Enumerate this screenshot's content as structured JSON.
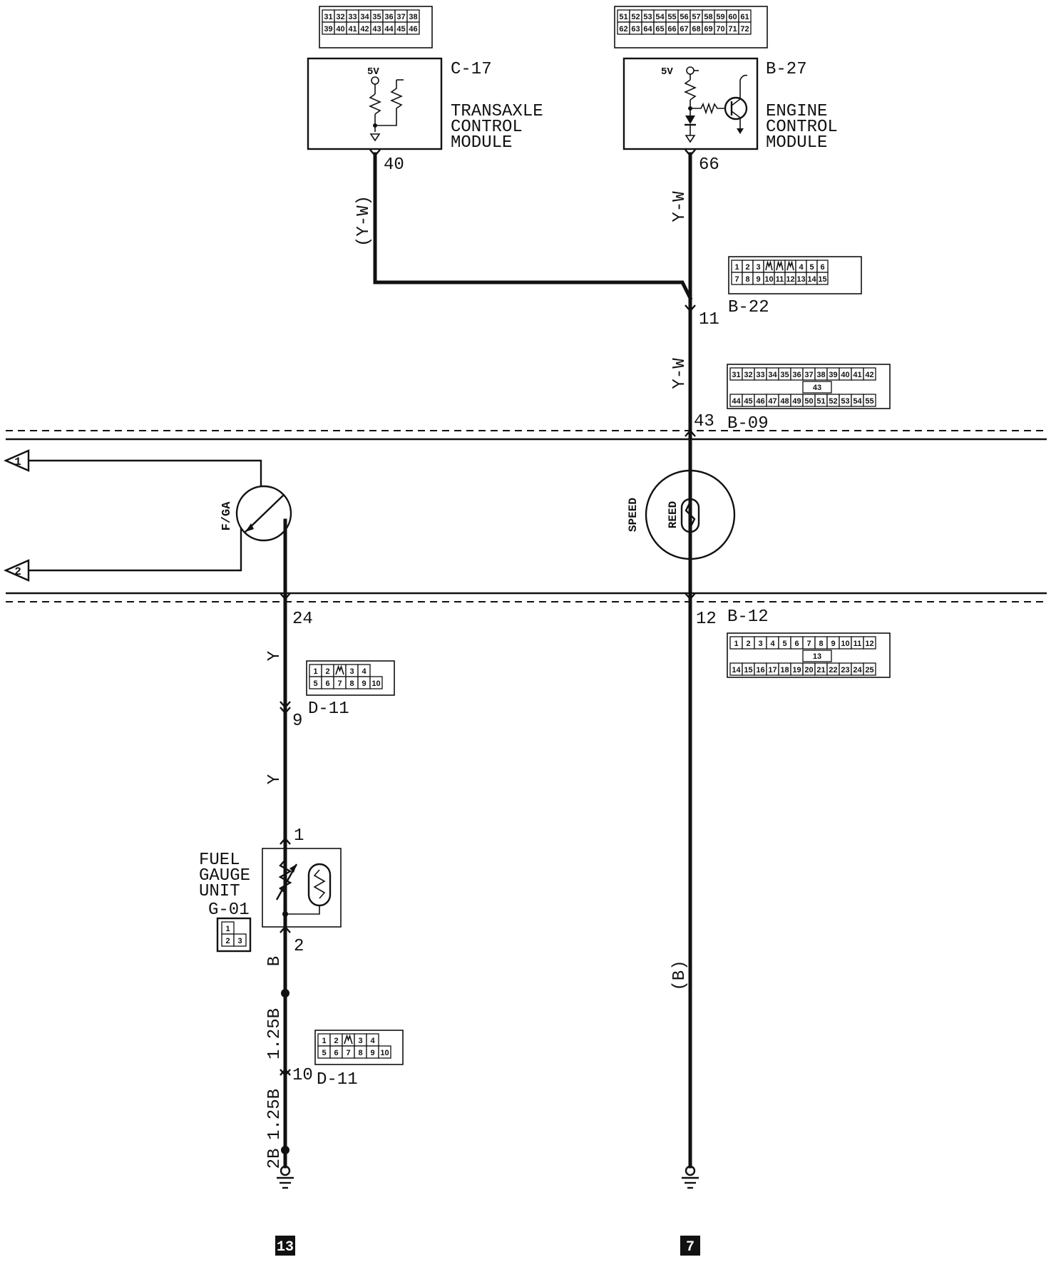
{
  "modules": {
    "tcm": {
      "id": "C-17",
      "name": [
        "TRANSAXLE",
        "CONTROL",
        "MODULE"
      ],
      "voltage": "5V",
      "pin": "40"
    },
    "ecm": {
      "id": "B-27",
      "name": [
        "ENGINE",
        "CONTROL",
        "MODULE"
      ],
      "voltage": "5V",
      "pin": "66"
    }
  },
  "connectors": {
    "c17": {
      "rows": [
        [
          "31",
          "32",
          "33",
          "34",
          "35",
          "36",
          "37",
          "38"
        ],
        [
          "39",
          "40",
          "41",
          "42",
          "43",
          "44",
          "45",
          "46"
        ]
      ]
    },
    "b27": {
      "rows": [
        [
          "51",
          "52",
          "53",
          "54",
          "55",
          "56",
          "57",
          "58",
          "59",
          "60",
          "61"
        ],
        [
          "62",
          "63",
          "64",
          "65",
          "66",
          "67",
          "68",
          "69",
          "70",
          "71",
          "72"
        ]
      ]
    },
    "b22": {
      "id": "B-22",
      "pin": "11",
      "rows": [
        [
          "1",
          "2",
          "3",
          "",
          "",
          "",
          "4",
          "5",
          "6"
        ],
        [
          "7",
          "8",
          "9",
          "10",
          "11",
          "12",
          "13",
          "14",
          "15"
        ]
      ]
    },
    "b09": {
      "id": "B-09",
      "pin": "43",
      "rows": [
        [
          "31",
          "32",
          "33",
          "34",
          "35",
          "36",
          "37",
          "38",
          "39",
          "40",
          "41",
          "42"
        ],
        [
          "44",
          "45",
          "46",
          "47",
          "48",
          "49",
          "50",
          "51",
          "52",
          "53",
          "54",
          "55"
        ]
      ],
      "middle": "43"
    },
    "b12": {
      "id": "B-12",
      "pin_fuel": "24",
      "pin_speed": "12",
      "rows": [
        [
          "1",
          "2",
          "3",
          "4",
          "5",
          "6",
          "7",
          "8",
          "9",
          "10",
          "11",
          "12"
        ],
        [
          "14",
          "15",
          "16",
          "17",
          "18",
          "19",
          "20",
          "21",
          "22",
          "23",
          "24",
          "25"
        ]
      ],
      "middle": "13"
    },
    "d11_upper": {
      "id": "D-11",
      "pin": "9",
      "rows": [
        [
          "1",
          "2",
          "",
          "3",
          "4"
        ],
        [
          "5",
          "6",
          "7",
          "8",
          "9",
          "10"
        ]
      ]
    },
    "d11_lower": {
      "id": "D-11",
      "pin": "10",
      "rows": [
        [
          "1",
          "2",
          "",
          "3",
          "4"
        ],
        [
          "5",
          "6",
          "7",
          "8",
          "9",
          "10"
        ]
      ]
    },
    "g01": {
      "rows": [
        [
          "1"
        ],
        [
          "2",
          "3"
        ]
      ]
    }
  },
  "wires": {
    "tcm_wire": "(Y-W)",
    "ecm_wire_upper": "Y-W",
    "ecm_wire_lower": "Y-W",
    "fuel_wire_upper": "Y",
    "fuel_wire_middle": "Y",
    "gauge_ground_wire": "B",
    "ground_wire_a": "1.25B",
    "ground_wire_b": "1.25B",
    "ground_wire_c": "2B",
    "speed_ground_wire": "(B)"
  },
  "meter": {
    "fuel_gauge": "F/GA",
    "speed_label": "SPEED",
    "reed_label": "REED",
    "ref1": "1",
    "ref2": "2"
  },
  "fuel_gauge_unit": {
    "name": [
      "FUEL",
      "GAUGE",
      "UNIT"
    ],
    "id": "G-01",
    "pin_top": "1",
    "pin_bottom": "2"
  },
  "grounds": {
    "left": "13",
    "right": "7"
  }
}
